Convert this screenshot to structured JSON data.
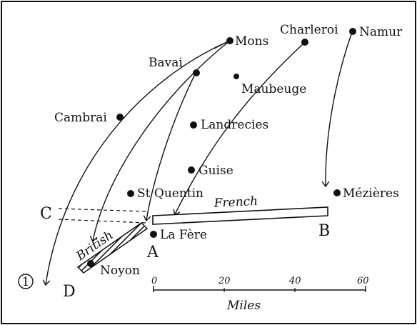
{
  "towns": {
    "mons": "Mons",
    "charleroi": "Charleroi",
    "namur": "Namur",
    "bavai": "Bavai",
    "maubeuge": "Maubeuge",
    "cambrai": "Cambrai",
    "landrecies": "Landrecies",
    "guise": "Guise",
    "st_quentin": "St Quentin",
    "mezieres": "Mézières",
    "la_fere": "La Fère",
    "noyon": "Noyon"
  },
  "armies": {
    "french": "French",
    "british": "British"
  },
  "points": {
    "a": "A",
    "b": "B",
    "c": "C",
    "d": "D"
  },
  "figure_number": "1",
  "scale": {
    "label": "Miles",
    "ticks": [
      "0",
      "20",
      "40",
      "60"
    ]
  },
  "colors": {
    "ink": "#111111",
    "background": "#ffffff"
  }
}
